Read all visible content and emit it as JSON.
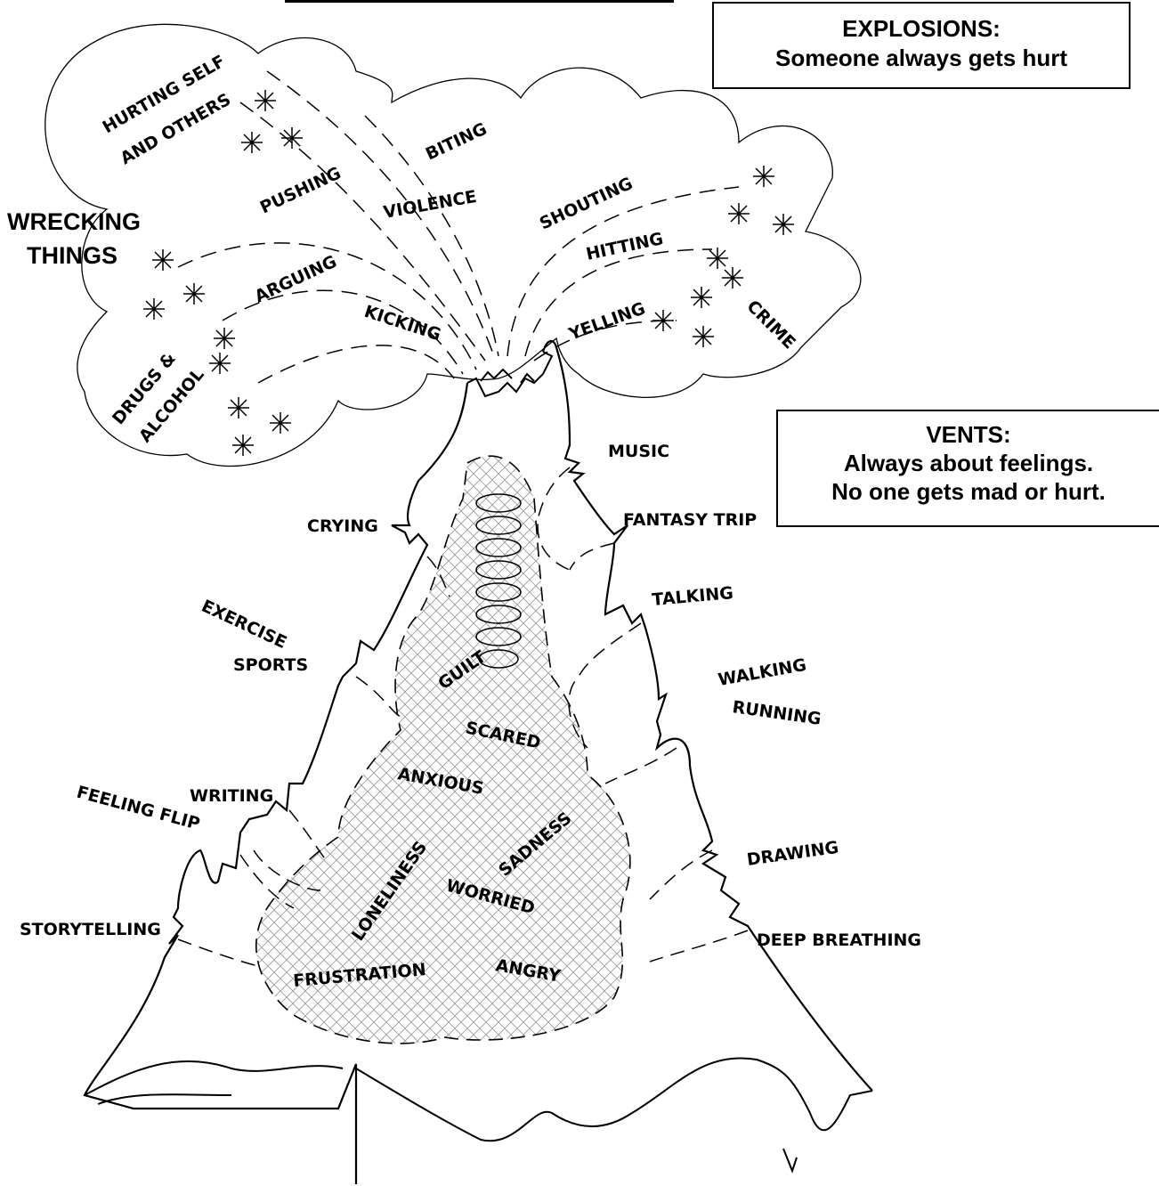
{
  "explosions_box": {
    "title": "EXPLOSIONS:",
    "subtitle": "Someone always gets hurt"
  },
  "vents_box": {
    "title": "VENTS:",
    "line1": "Always about feelings.",
    "line2": "No one gets mad or hurt."
  },
  "explosions": {
    "hurting_line1": "HURTING SELF",
    "hurting_line2": "AND OTHERS",
    "wrecking_line1": "WRECKING",
    "wrecking_line2": "THINGS",
    "drugs_line1": "DRUGS &",
    "drugs_line2": "ALCOHOL",
    "crime": "CRIME",
    "pushing": "PUSHING",
    "biting": "BITING",
    "violence": "VIOLENCE",
    "arguing": "ARGUING",
    "kicking": "KICKING",
    "shouting": "SHOUTING",
    "hitting": "HITTING",
    "yelling": "YELLING"
  },
  "vents": {
    "music": "MUSIC",
    "fantasy_trip": "FANTASY TRIP",
    "talking": "TALKING",
    "walking": "WALKING",
    "running": "RUNNING",
    "drawing": "DRAWING",
    "deep_breathing": "DEEP BREATHING",
    "crying": "CRYING",
    "exercise": "EXERCISE",
    "sports": "SPORTS",
    "writing": "WRITING",
    "feeling_flip": "FEELING FLIP",
    "storytelling": "STORYTELLING"
  },
  "feelings": {
    "guilt": "GUILT",
    "scared": "SCARED",
    "anxious": "ANXIOUS",
    "sadness": "SADNESS",
    "loneliness": "LONELINESS",
    "worried": "WORRIED",
    "frustration": "FRUSTRATION",
    "angry": "ANGRY"
  },
  "colors": {
    "ink": "#000000",
    "hatch": "#9a9a9a",
    "paper": "#ffffff"
  }
}
